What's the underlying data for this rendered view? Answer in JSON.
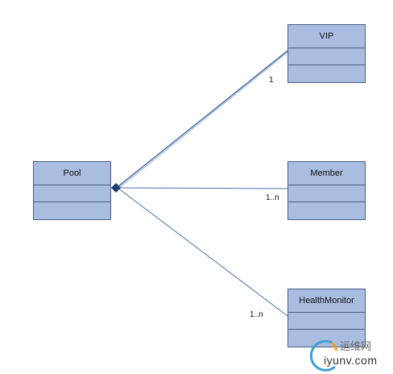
{
  "diagram": {
    "classes": {
      "pool": {
        "name": "Pool"
      },
      "vip": {
        "name": "VIP"
      },
      "member": {
        "name": "Member"
      },
      "health": {
        "name": "HealthMonitor"
      }
    },
    "associations": {
      "vip": {
        "multiplicity": "1"
      },
      "member": {
        "multiplicity": "1..n"
      },
      "health": {
        "multiplicity": "1..n"
      }
    },
    "colors": {
      "box_fill": "#a9bde0",
      "box_border": "#4a5f86",
      "line": "#4a6fa5",
      "diamond": "#1f3c73"
    }
  },
  "watermark": {
    "top_text": "运维网",
    "bottom_text": "iyunv.com"
  }
}
